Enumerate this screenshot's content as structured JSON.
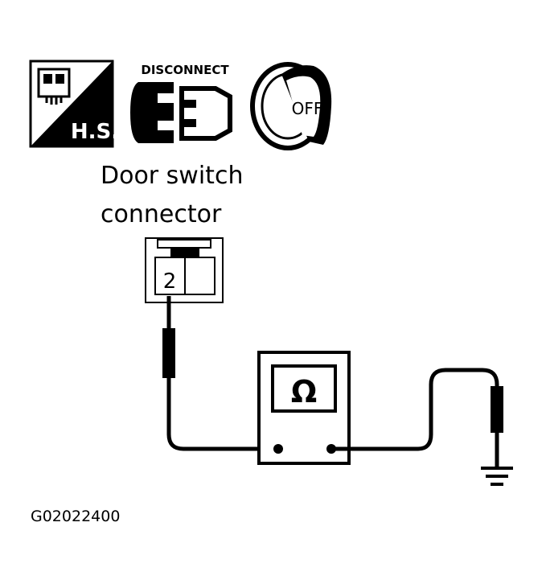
{
  "header_icons": {
    "hs_label": "H.S.",
    "disconnect_label": "DISCONNECT",
    "ignition_label": "OFF"
  },
  "connector": {
    "title_line1": "Door switch",
    "title_line2": "connector",
    "terminal": "2"
  },
  "meter": {
    "symbol": "Ω"
  },
  "figure_code": "G02022400"
}
